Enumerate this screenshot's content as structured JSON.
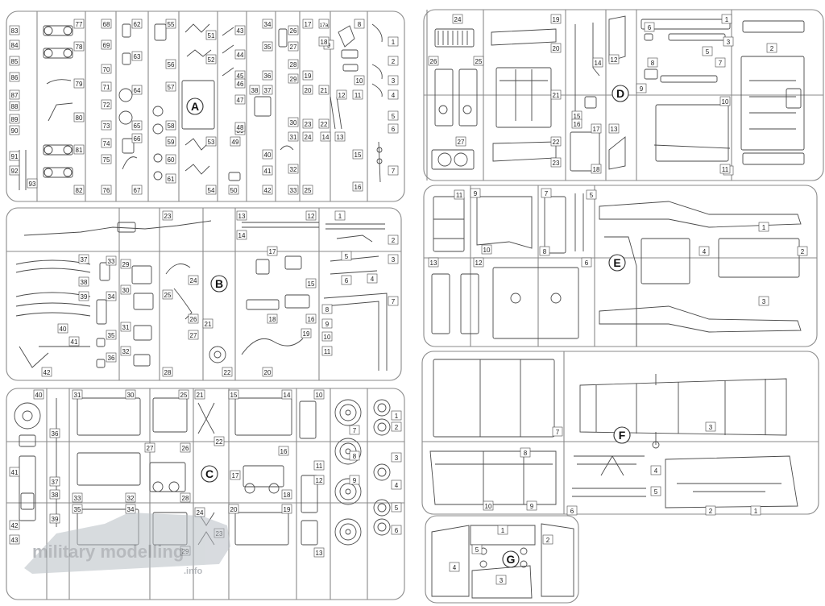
{
  "sprues": [
    {
      "letter": "A",
      "numbers": [
        "1",
        "2",
        "3",
        "4",
        "5",
        "6",
        "7",
        "8",
        "9",
        "10",
        "11",
        "12",
        "13",
        "14",
        "15",
        "16",
        "17",
        "17a",
        "18",
        "19",
        "20",
        "21",
        "22",
        "23",
        "24",
        "25",
        "26",
        "27",
        "28",
        "29",
        "30",
        "31",
        "32",
        "33",
        "34",
        "35",
        "36",
        "37",
        "38",
        "39",
        "40",
        "41",
        "42",
        "43",
        "44",
        "45",
        "46",
        "47",
        "48",
        "49",
        "50",
        "51",
        "52",
        "53",
        "54",
        "55",
        "56",
        "57",
        "58",
        "59",
        "60",
        "61",
        "62",
        "63",
        "64",
        "65",
        "66",
        "67",
        "68",
        "69",
        "70",
        "71",
        "72",
        "73",
        "74",
        "75",
        "76",
        "77",
        "78",
        "79",
        "80",
        "81",
        "82",
        "83",
        "84",
        "85",
        "86",
        "87",
        "88",
        "89",
        "90",
        "91",
        "92",
        "93"
      ]
    },
    {
      "letter": "B",
      "numbers": [
        "1",
        "2",
        "3",
        "4",
        "5",
        "6",
        "7",
        "8",
        "9",
        "10",
        "11",
        "12",
        "13",
        "14",
        "15",
        "16",
        "17",
        "18",
        "19",
        "20",
        "21",
        "22",
        "23",
        "24",
        "25",
        "26",
        "27",
        "28",
        "29",
        "30",
        "31",
        "32",
        "33",
        "34",
        "35",
        "36",
        "37",
        "38",
        "39",
        "40",
        "41",
        "42"
      ]
    },
    {
      "letter": "C",
      "numbers": [
        "1",
        "2",
        "3",
        "4",
        "5",
        "6",
        "7",
        "8",
        "9",
        "10",
        "11",
        "12",
        "13",
        "14",
        "15",
        "16",
        "17",
        "18",
        "19",
        "20",
        "21",
        "22",
        "23",
        "24",
        "25",
        "26",
        "27",
        "28",
        "29",
        "30",
        "31",
        "32",
        "33",
        "34",
        "35",
        "36",
        "37",
        "38",
        "39",
        "40",
        "41",
        "42",
        "43"
      ]
    },
    {
      "letter": "D",
      "numbers": [
        "1",
        "2",
        "3",
        "4",
        "5",
        "6",
        "7",
        "8",
        "9",
        "10",
        "11",
        "12",
        "13",
        "14",
        "15",
        "16",
        "17",
        "18",
        "19",
        "20",
        "21",
        "22",
        "23",
        "24",
        "25",
        "26",
        "27"
      ]
    },
    {
      "letter": "E",
      "numbers": [
        "1",
        "2",
        "3",
        "4",
        "5",
        "6",
        "7",
        "8",
        "9",
        "10",
        "11",
        "12",
        "13"
      ]
    },
    {
      "letter": "F",
      "numbers": [
        "1",
        "2",
        "3",
        "4",
        "5",
        "6",
        "7",
        "8",
        "9",
        "10"
      ]
    },
    {
      "letter": "G",
      "numbers": [
        "1",
        "2",
        "3",
        "4",
        "5"
      ]
    }
  ],
  "watermark": {
    "line1": "military modelling",
    "line2": ".info"
  },
  "colors": {
    "line": "#4a4a4a",
    "frame": "#8a8a8a",
    "paper": "#ffffff",
    "watermark": "#9aa0a6"
  }
}
